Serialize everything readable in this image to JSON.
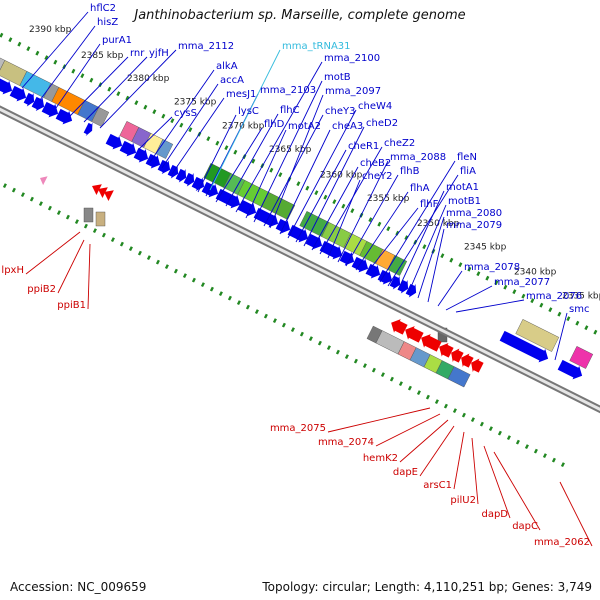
{
  "title": "Janthinobacterium sp. Marseille, complete genome",
  "footer": {
    "accession": "Accession: NC_009659",
    "summary": "Topology: circular; Length: 4,110,251 bp; Genes: 3,749"
  },
  "colors": {
    "forward_gene_label": "#0000cc",
    "reverse_gene_label": "#cc0000",
    "rna_label": "#33bbdd",
    "forward_arrow": "#0000ee",
    "reverse_arrow": "#ee0000",
    "tick": "#228822",
    "track": "#9a9a9a"
  },
  "scale_labels": [
    "2390 kbp",
    "2385 kbp",
    "2380 kbp",
    "2375 kbp",
    "2370 kbp",
    "2365 kbp",
    "2360 kbp",
    "2355 kbp",
    "2350 kbp",
    "2345 kbp",
    "2340 kbp",
    "2335 kbp"
  ],
  "forward_labels": [
    "hflC2",
    "hisZ",
    "purA1",
    "rnr",
    "yjfH",
    "mma_2112",
    "alkA",
    "accA",
    "mesJ1",
    "cysS",
    "lysC",
    "mma_2103",
    "flhD",
    "flhC",
    "mma_2100",
    "motA2",
    "motB",
    "cheY3",
    "mma_2097",
    "cheA3",
    "cheW4",
    "cheR1",
    "cheD2",
    "cheB2",
    "cheZ2",
    "cheY2",
    "mma_2088",
    "flhB",
    "flhA",
    "flhF",
    "fleN",
    "fliA",
    "motA1",
    "motB1",
    "mma_2080",
    "mma_2079",
    "mma_2078",
    "mma_2077",
    "mma_2076",
    "smc"
  ],
  "rna_labels": [
    "mma_tRNA31"
  ],
  "reverse_labels_top": [
    "lpxH",
    "ppiB2",
    "ppiB1"
  ],
  "reverse_labels_bottom": [
    "mma_2075",
    "mma_2074",
    "hemK2",
    "dapE",
    "arsC1",
    "pilU2",
    "dapD",
    "dapC",
    "mma_2062"
  ]
}
